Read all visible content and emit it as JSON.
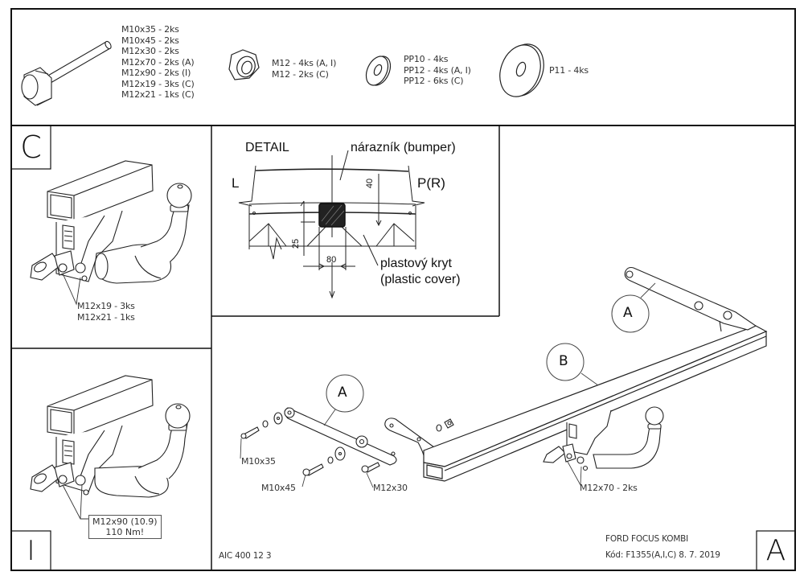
{
  "hardware_list": {
    "bolts": [
      "M10x35 - 2ks",
      "M10x45 - 2ks",
      "M12x30 - 2ks",
      "M12x70 - 2ks (A)",
      "M12x90 - 2ks (I)",
      "M12x19 - 3ks (C)",
      "M12x21 - 1ks (C)"
    ],
    "nuts": [
      "M12 - 4ks (A, I)",
      "M12 - 2ks (C)"
    ],
    "spring_washers": [
      "PP10 - 4ks",
      "PP12 - 4ks (A, I)",
      "PP12 - 6ks (C)"
    ],
    "flat_washers": [
      "P11 - 4ks"
    ],
    "icons": {
      "bolt": "hex-bolt-icon",
      "nut": "hex-nut-icon",
      "spring_washer": "spring-washer-icon",
      "flat_washer": "flat-washer-icon"
    }
  },
  "panel_c": {
    "letter": "C",
    "callout": [
      "M12x19 - 3ks",
      "M12x21 - 1ks"
    ]
  },
  "panel_i": {
    "letter": "I",
    "callout": [
      "M12x90 (10.9)",
      "110 Nm!"
    ]
  },
  "detail": {
    "title": "DETAIL",
    "bumper_label": "nárazník (bumper)",
    "left_label": "L",
    "right_label": "P(R)",
    "dim_vertical_right": "40",
    "dim_vertical_left": "25",
    "dim_horizontal": "80",
    "cover_label": [
      "plastový kryt",
      "(plastic cover)"
    ]
  },
  "main_assembly": {
    "part_labels": {
      "bracket_left": "A",
      "bracket_right": "A",
      "crossbar": "B"
    },
    "bolt_callouts": {
      "m10x35": "M10x35",
      "m10x45": "M10x45",
      "m12x30": "M12x30",
      "m12x70": "M12x70 - 2ks"
    }
  },
  "title_block": {
    "drawing_number": "AIC 400 12 3",
    "vehicle": "FORD FOCUS KOMBI",
    "code_date": "Kód: F1355(A,I,C)  8. 7. 2019",
    "variant_letter": "A"
  }
}
